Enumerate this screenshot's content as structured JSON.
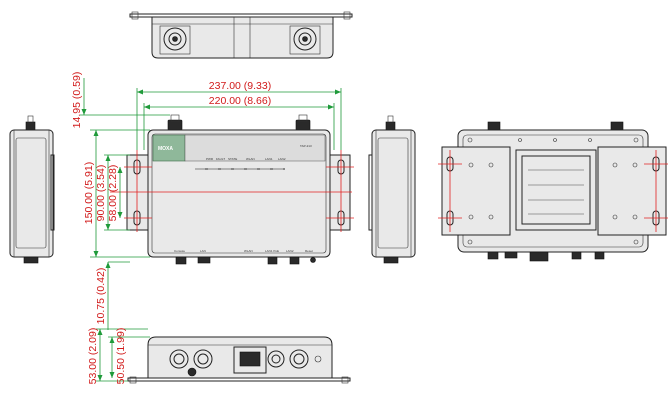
{
  "front_panel": {
    "brand": "MOXA",
    "model": "TAP-213",
    "led_labels": [
      "PWR",
      "FAULT",
      "STATE",
      "WLAN",
      "LAN1",
      "LAN2"
    ],
    "port_labels": [
      "Console",
      "LAN",
      "WLAN",
      "LAN1 PoE",
      "LAN2",
      "Reset"
    ]
  },
  "dimensions": {
    "overall_width": "237.00 (9.33)",
    "mount_width": "220.00 (8.66)",
    "top_offset": "14.95 (0.59)",
    "overall_height": "150.00 (5.91)",
    "mount_height_outer": "90.00 (3.54)",
    "mount_height_inner": "58.00 (2.28)",
    "bottom_offset": "10.75 (0.42)",
    "depth_total": "53.00 (2.09)",
    "depth_body": "50.50 (1.99)"
  }
}
